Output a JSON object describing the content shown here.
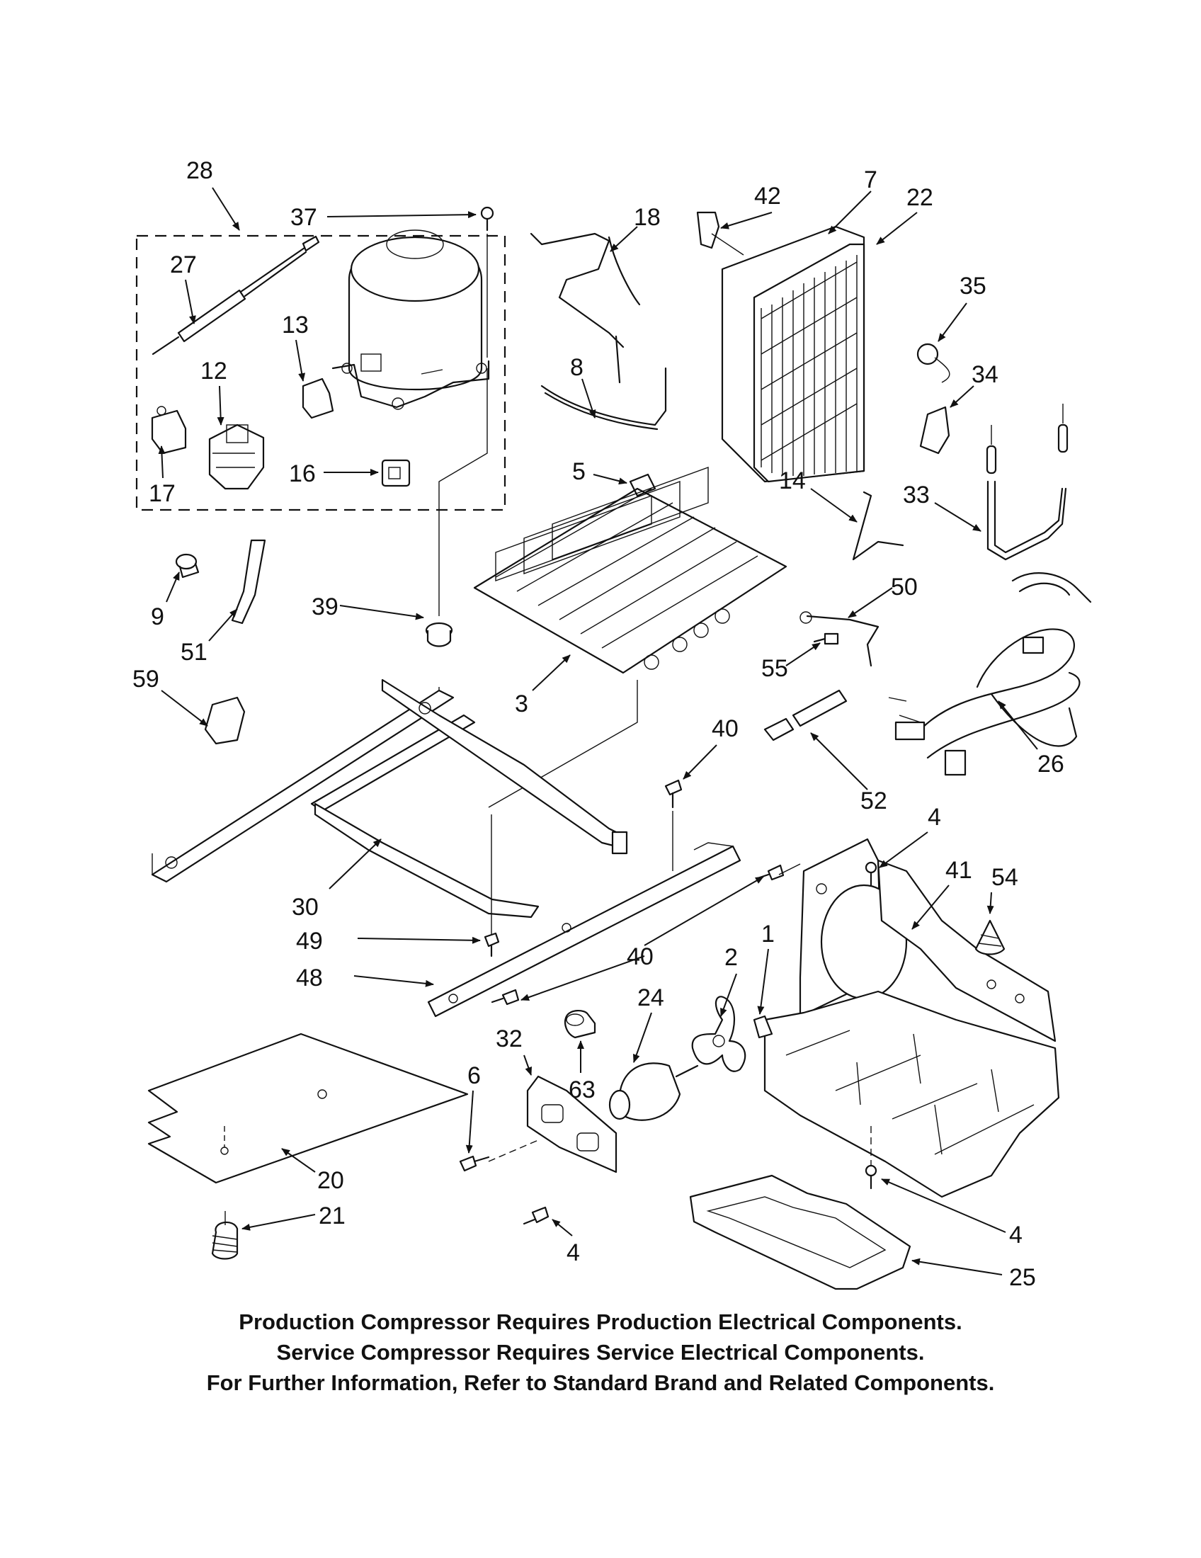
{
  "labels": {
    "l28": "28",
    "l37": "37",
    "l27": "27",
    "l13": "13",
    "l12": "12",
    "l17": "17",
    "l16": "16",
    "l18": "18",
    "l8": "8",
    "l42": "42",
    "l7": "7",
    "l22": "22",
    "l35": "35",
    "l34": "34",
    "l5": "5",
    "l14": "14",
    "l33": "33",
    "l9": "9",
    "l51": "51",
    "l39": "39",
    "l50": "50",
    "l55": "55",
    "l59": "59",
    "l3": "3",
    "l26": "26",
    "l52": "52",
    "l40a": "40",
    "l4a": "4",
    "l41": "41",
    "l54": "54",
    "l30": "30",
    "l49": "49",
    "l40b": "40",
    "l48": "48",
    "l1": "1",
    "l2": "2",
    "l24": "24",
    "l63": "63",
    "l32": "32",
    "l6": "6",
    "l20": "20",
    "l21": "21",
    "l4b": "4",
    "l4c": "4",
    "l25": "25"
  },
  "notes": [
    "Production Compressor Requires Production Electrical Components.",
    "Service Compressor Requires Service Electrical Components.",
    "For Further Information, Refer to Standard Brand and Related Components."
  ]
}
